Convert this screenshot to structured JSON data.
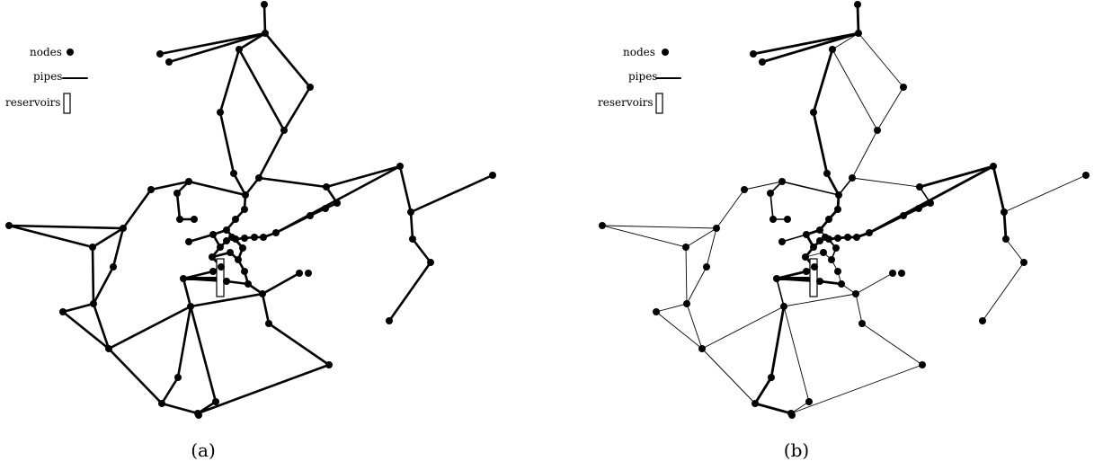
{
  "legend": {
    "nodes_label": "nodes",
    "pipes_label": "pipes",
    "reservoirs_label": "reservoirs"
  },
  "panels": [
    {
      "caption": "(a)"
    },
    {
      "caption": "(b)"
    }
  ],
  "icons": {
    "node": "filled-circle",
    "pipe": "line",
    "reservoir": "open-rectangle"
  },
  "colors": {
    "ink": "#000000",
    "background": "#ffffff"
  }
}
